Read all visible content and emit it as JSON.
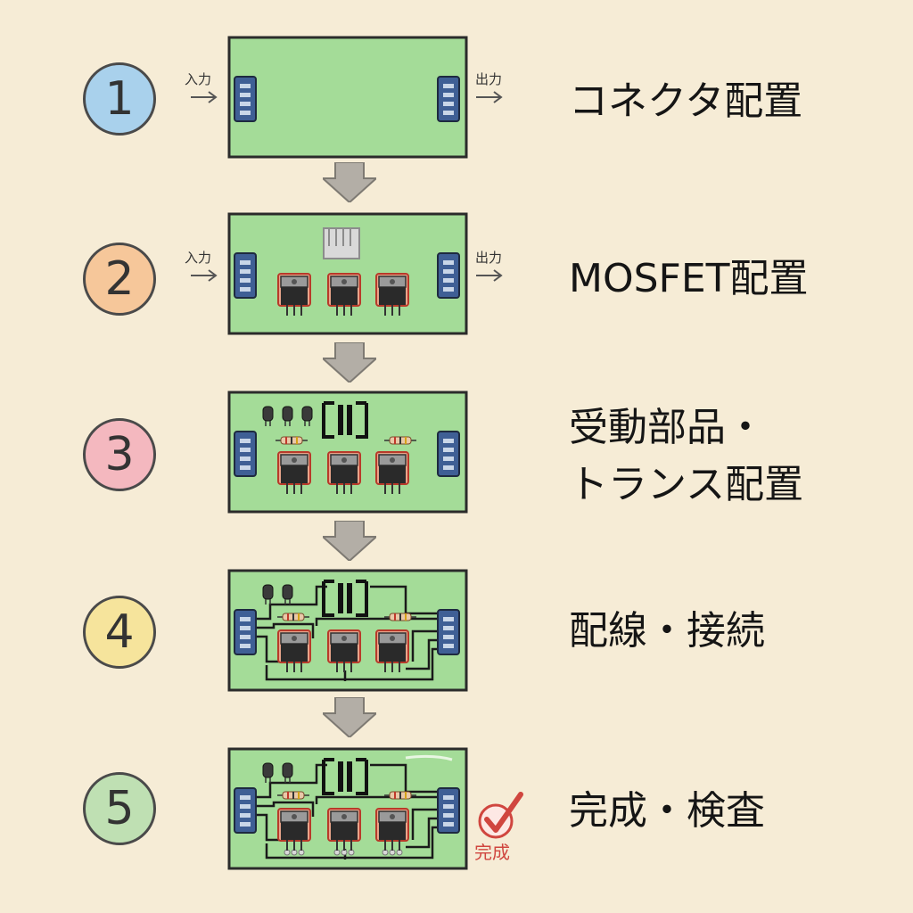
{
  "steps": [
    {
      "number": "1",
      "label": "コネクタ配置",
      "input": "入力",
      "output": "出力"
    },
    {
      "number": "2",
      "label": "MOSFET配置",
      "input": "入力",
      "output": "出力"
    },
    {
      "number": "3",
      "label_line1": "受動部品・",
      "label_line2": "トランス配置"
    },
    {
      "number": "4",
      "label": "配線・接続"
    },
    {
      "number": "5",
      "label": "完成・検査",
      "badge": "完成"
    }
  ],
  "colors": {
    "background": "#f6ecd6",
    "board": "#a4dc98",
    "board_border": "#2b2b2b",
    "connector": "#3f5f95",
    "circle_1": "#a9d1ec",
    "circle_2": "#f6c79a",
    "circle_3": "#f4b8bf",
    "circle_4": "#f6e49c",
    "circle_5": "#bfe0b3",
    "check": "#d0463f"
  },
  "icons": [
    "right-arrow-icon",
    "down-arrow-icon",
    "checkmark-icon",
    "heatsink-icon",
    "mosfet-icon",
    "capacitor-icon",
    "transformer-icon",
    "resistor-icon",
    "connector-icon"
  ]
}
